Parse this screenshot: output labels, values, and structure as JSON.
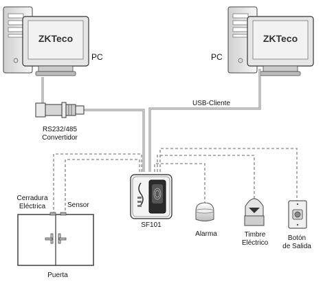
{
  "brand": {
    "logo_text": "ZKTeco"
  },
  "labels": {
    "pc_left": "PC",
    "pc_right": "PC",
    "converter_line1": "RS232/485",
    "converter_line2": "Convertidor",
    "usb_client": "USB-Cliente",
    "lock_line1": "Cerradura",
    "lock_line2": "Eléctrica",
    "sensor": "Sensor",
    "device": "SF101",
    "alarm": "Alarma",
    "bell_line1": "Timbre",
    "bell_line2": "Eléctrico",
    "exit_line1": "Botón",
    "exit_line2": "de Salida",
    "door": "Puerta"
  },
  "colors": {
    "solid_line": "#808080",
    "dashed_line": "#9a9a9a",
    "screen_fill": "#f2f2f2",
    "device_dark": "#2b2b2b"
  }
}
